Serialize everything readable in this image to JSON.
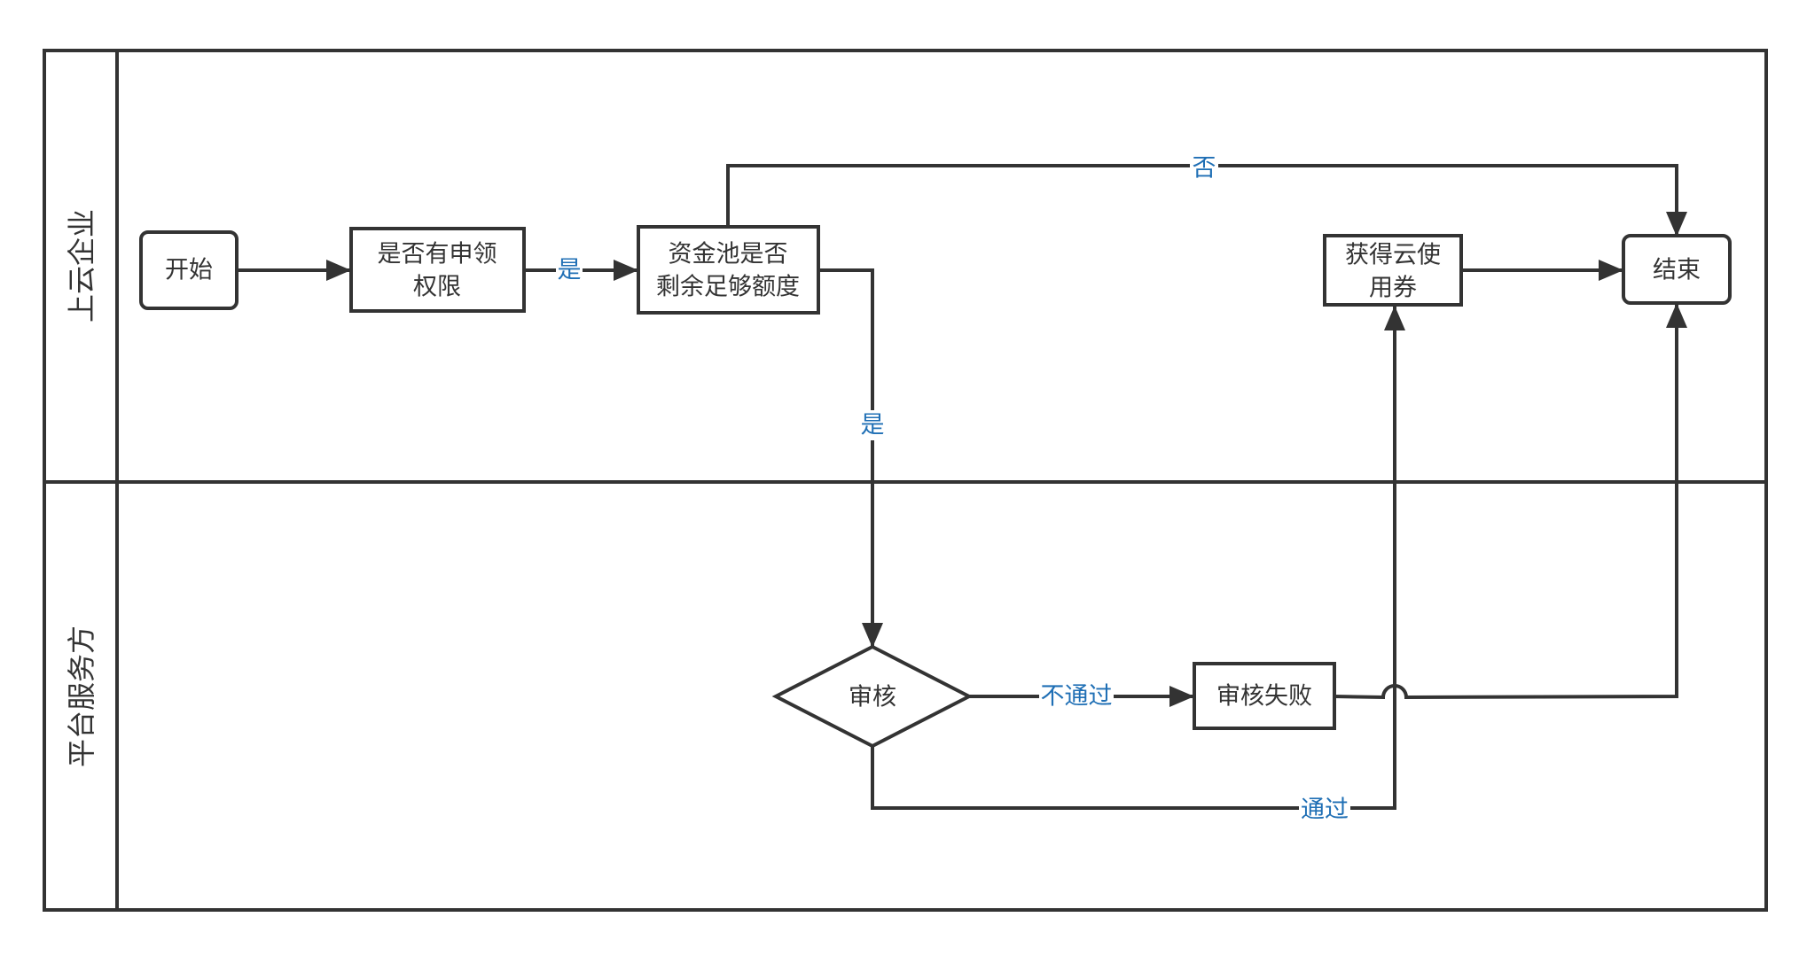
{
  "colors": {
    "stroke": "#333333",
    "node_text": "#333333",
    "edge_label": "#1f6fb5",
    "background": "#ffffff"
  },
  "lanes": {
    "top": "上云企业",
    "bottom": "平台服务方"
  },
  "nodes": {
    "start": "开始",
    "permission": [
      "是否有申领",
      "权限"
    ],
    "fund_pool": [
      "资金池是否",
      "剩余足够额度"
    ],
    "get_coupon": [
      "获得云使",
      "用券"
    ],
    "end": "结束",
    "review": "审核",
    "review_failed": "审核失败"
  },
  "edge_labels": {
    "permission_yes": "是",
    "fund_pool_no": "否",
    "fund_pool_yes": "是",
    "review_fail": "不通过",
    "review_pass": "通过"
  }
}
